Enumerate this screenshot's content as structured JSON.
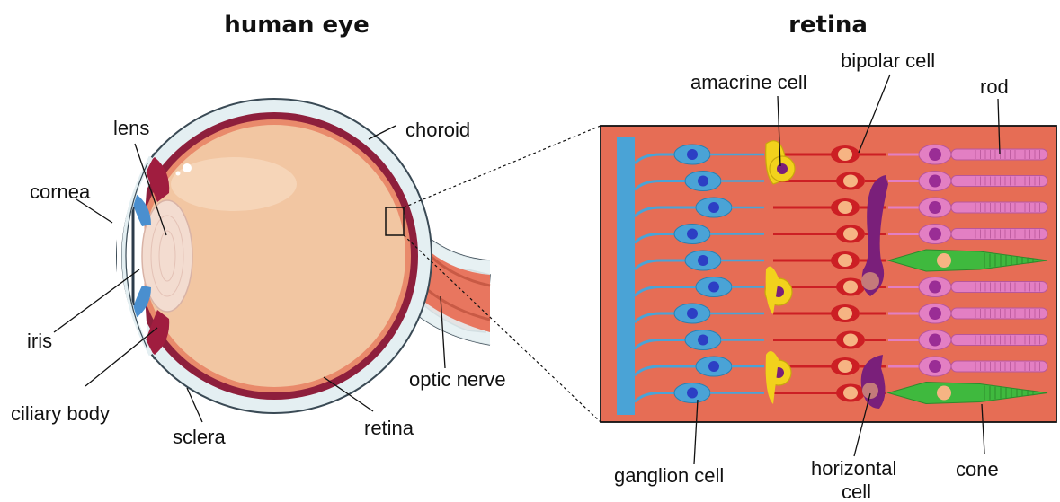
{
  "titles": {
    "eye": "human eye",
    "retina": "retina"
  },
  "eye_labels": {
    "lens": "lens",
    "cornea": "cornea",
    "iris": "iris",
    "ciliary_body": "ciliary body",
    "sclera": "sclera",
    "choroid": "choroid",
    "retina": "retina",
    "optic_nerve": "optic nerve"
  },
  "retina_labels": {
    "amacrine_cell": "amacrine cell",
    "bipolar_cell": "bipolar cell",
    "rod": "rod",
    "ganglion_cell": "ganglion cell",
    "horizontal_cell_line1": "horizontal",
    "horizontal_cell_line2": "cell",
    "cone": "cone"
  },
  "colors": {
    "sclera_fill": "#e4eff2",
    "sclera_outline": "#3a4a55",
    "choroid": "#8e1f3c",
    "vitreous": "#f2c6a2",
    "optic_nerve": "#e8765f",
    "iris_blue": "#4a8fcf",
    "lens": "#f3dcd0",
    "retina_bg": "#e66d55",
    "ganglion": "#4aa3d6",
    "ganglion_nucleus": "#2c3fc4",
    "amacrine": "#f2d21c",
    "bipolar": "#cc1f24",
    "bipolar_nucleus": "#f6b483",
    "horizontal": "#7a1f7a",
    "rod": "#e37fc3",
    "rod_nucleus": "#9a2d95",
    "cone": "#3fb93e",
    "cone_nucleus": "#f6b483"
  }
}
